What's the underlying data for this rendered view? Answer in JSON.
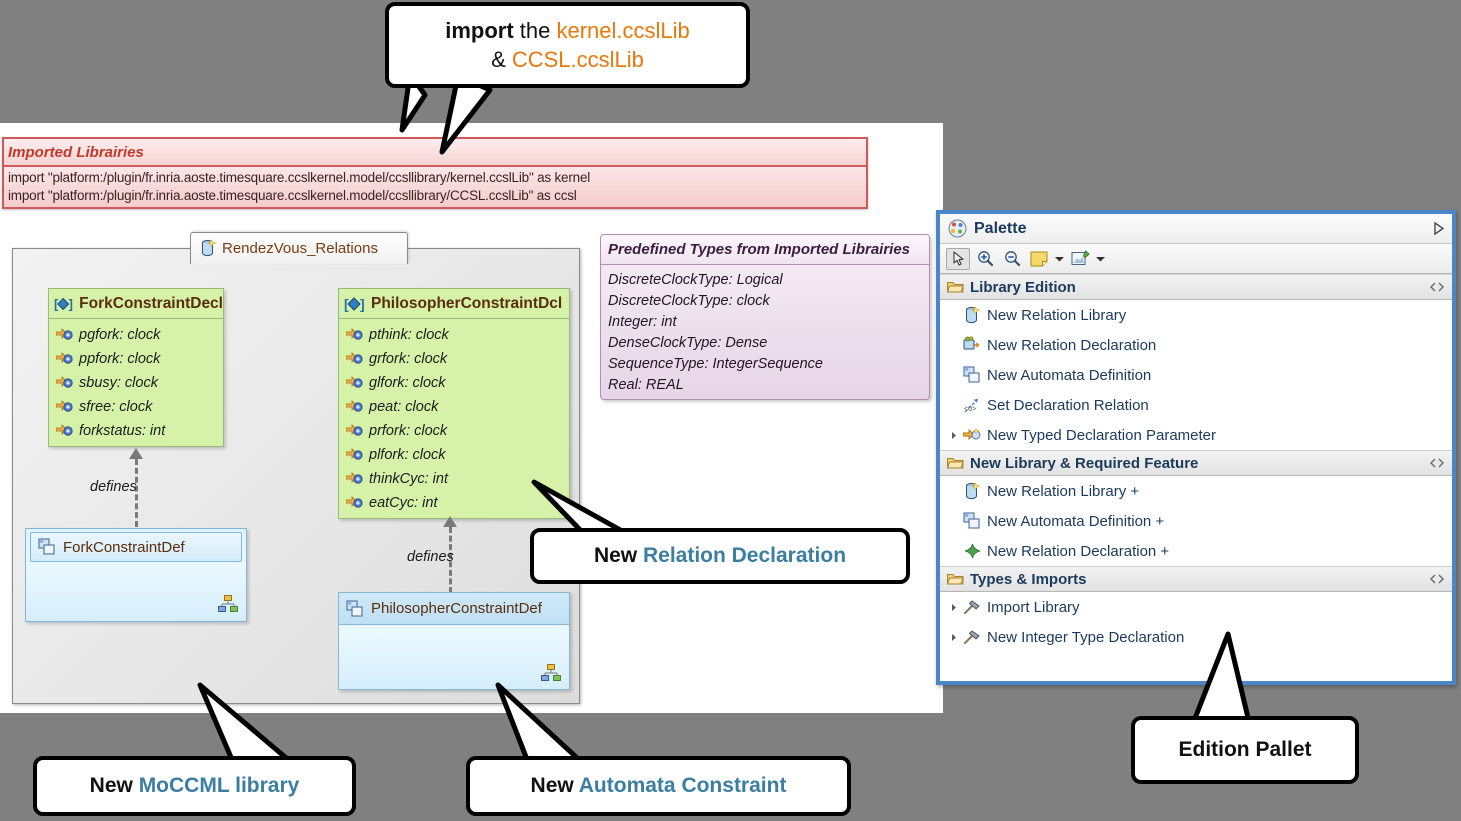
{
  "editor": {
    "imported_libraries": {
      "title": "Imported Librairies",
      "lines": [
        "import \"platform:/plugin/fr.inria.aoste.timesquare.ccslkernel.model/ccsllibrary/kernel.ccslLib\" as kernel",
        "import \"platform:/plugin/fr.inria.aoste.timesquare.ccslkernel.model/ccsllibrary/CCSL.ccslLib\" as ccsl"
      ]
    },
    "diagram": {
      "tab_label": "RendezVous_Relations",
      "classes": [
        {
          "name": "ForkConstraintDecl",
          "stereotype": "[◆]",
          "attributes": [
            "pgfork: clock",
            "ppfork: clock",
            "sbusy: clock",
            "sfree: clock",
            "forkstatus: int"
          ]
        },
        {
          "name": "PhilosopherConstraintDcl",
          "stereotype": "[◆]",
          "attributes": [
            "pthink: clock",
            "grfork: clock",
            "glfork: clock",
            "peat: clock",
            "prfork: clock",
            "plfork: clock",
            "thinkCyc: int",
            "eatCyc: int"
          ]
        }
      ],
      "definitions": [
        {
          "name": "ForkConstraintDef"
        },
        {
          "name": "PhilosopherConstraintDef"
        }
      ],
      "connector_label": "defines"
    },
    "predefined_types": {
      "title": "Predefined Types from Imported Librairies",
      "entries": [
        "DiscreteClockType: Logical",
        "DiscreteClockType: clock",
        "Integer: int",
        "DenseClockType: Dense",
        "SequenceType: IntegerSequence",
        "Real: REAL"
      ]
    }
  },
  "palette": {
    "title": "Palette",
    "expand_icon": "play-triangle-icon",
    "toolbar": [
      {
        "icon": "select-arrow-icon",
        "active": true
      },
      {
        "icon": "zoom-in-icon",
        "active": false
      },
      {
        "icon": "zoom-out-icon",
        "active": false
      },
      {
        "icon": "note-icon",
        "active": false,
        "caret": true
      },
      {
        "icon": "attach-note-icon",
        "active": false,
        "caret": true
      }
    ],
    "sections": [
      {
        "label": "Library Edition",
        "collapse_icon": "collapse-chevrons-icon",
        "items": [
          {
            "label": "New Relation Library",
            "icon": "relation-library-icon",
            "expandable": false
          },
          {
            "label": "New Relation Declaration",
            "icon": "relation-declaration-icon",
            "expandable": false
          },
          {
            "label": "New Automata Definition",
            "icon": "automata-definition-icon",
            "expandable": false
          },
          {
            "label": "Set Declaration Relation",
            "icon": "set-declaration-relation-icon",
            "expandable": false
          },
          {
            "label": "New Typed Declaration Parameter",
            "icon": "typed-declaration-parameter-icon",
            "expandable": true
          }
        ]
      },
      {
        "label": "New Library & Required Feature",
        "collapse_icon": "collapse-chevrons-icon",
        "items": [
          {
            "label": "New Relation Library +",
            "icon": "relation-library-icon",
            "expandable": false
          },
          {
            "label": "New Automata Definition +",
            "icon": "automata-definition-icon",
            "expandable": false
          },
          {
            "label": "New Relation Declaration +",
            "icon": "green-diamond-icon",
            "expandable": false
          }
        ]
      },
      {
        "label": "Types & Imports",
        "collapse_icon": "collapse-chevrons-icon",
        "items": [
          {
            "label": "Import Library",
            "icon": "hammer-icon",
            "expandable": true
          },
          {
            "label": "New Integer Type Declaration",
            "icon": "hammer-icon",
            "expandable": true
          }
        ]
      }
    ]
  },
  "callouts": {
    "import": {
      "line1_bold": "import",
      "line1_plain": " the ",
      "line1_accent": "kernel.ccslLib",
      "line2_plain": "& ",
      "line2_accent": "CCSL.ccslLib"
    },
    "relation_declaration": {
      "prefix": "New ",
      "accent": "Relation Declaration"
    },
    "moccml_library": {
      "prefix": "New ",
      "accent": "MoCCML library"
    },
    "automata_constraint": {
      "prefix": "New ",
      "accent": "Automata Constraint"
    },
    "edition_pallet": {
      "text": "Edition Pallet"
    }
  },
  "colors": {
    "accent_orange": "#e8780c",
    "accent_blue": "#3b7ea1",
    "palette_border": "#4a86c8",
    "decl_green": "#d6f2a8",
    "def_blue": "#ddf2fc",
    "note_red": "#d05a5a",
    "note_purple": "#b08fb0",
    "background_gray": "#808080"
  }
}
